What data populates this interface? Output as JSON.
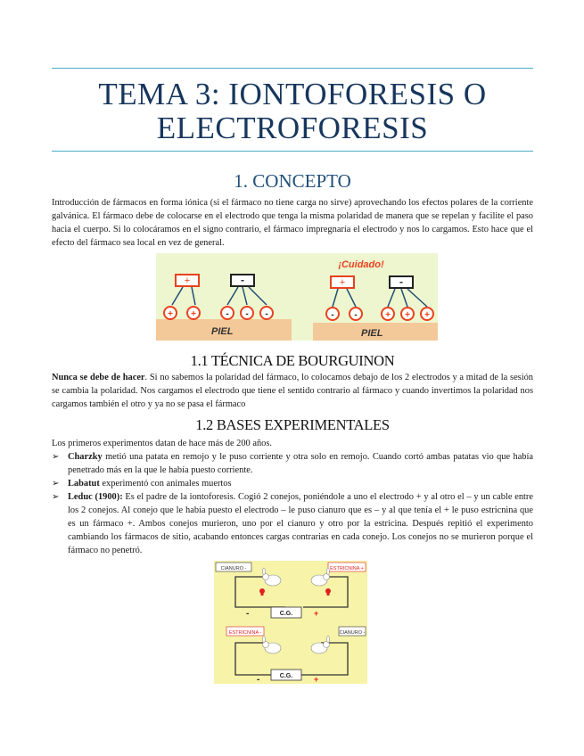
{
  "title": "TEMA 3: IONTOFORESIS O ELECTROFORESIS",
  "section1": {
    "heading": "1. CONCEPTO",
    "text": "Introducción de fármacos en forma iónica (si el fármaco no tiene carga no sirve) aprovechando los efectos polares de la corriente galvánica. El fármaco debe de colocarse en el electrodo que tenga la misma polaridad de manera que se repelan y facilite el paso hacia el cuerpo. Si lo colocáramos en el signo contrario, el fármaco impregnaría el electrodo y nos lo cargamos. Esto hace que el efecto del fármaco sea local en vez de general."
  },
  "figure1": {
    "warning": "¡Cuidado!",
    "skin_label": "PIEL",
    "plus": "+",
    "minus": "-",
    "colors": {
      "background": "#eef6cf",
      "skin": "#f4c99a",
      "box": "#e8421f",
      "circle": "#e8421f"
    }
  },
  "section11": {
    "heading": "1.1 TÉCNICA DE BOURGUINON",
    "lead": "Nunca se debe de hacer",
    "text": ". Si no sabemos la polaridad del fármaco, lo colocamos debajo de los 2 electrodos y a mitad de la sesión se cambia la polaridad. Nos cargamos el electrodo que tiene el sentido contrario al fármaco y cuando invertimos la polaridad nos cargamos también el otro y ya no se pasa el fármaco"
  },
  "section12": {
    "heading": "1.2 BASES EXPERIMENTALES",
    "intro": "Los primeros experimentos datan de hace más de 200 años.",
    "items": [
      {
        "name": "Charzky",
        "text": " metió una patata en remojo y le puso corriente y otra solo en remojo. Cuando cortó ambas patatas vio que había penetrado más en la que le había puesto corriente."
      },
      {
        "name": "Labatut",
        "text": " experimentó con animales muertos"
      },
      {
        "name": "Leduc (1900):",
        "text": " Es el padre de la iontoforesis. Cogió 2 conejos, poniéndole a uno el electrodo + y al otro el – y un cable entre los 2 conejos. Al conejo que le había puesto el electrodo – le puso cianuro que es – y al que tenía el + le puso estricnina que es un fármaco +. Ambos conejos murieron, uno por el cianuro y otro por la estricina. Después repitió el experimento cambiando los fármacos de sitio, acabando entonces cargas contrarias en cada conejo. Los conejos no se murieron porque el fármaco no penetró."
      }
    ]
  },
  "figure2": {
    "top_left": "CIANURO -",
    "top_right": "ESTRICNINA +",
    "bottom_left": "ESTRICNINA -",
    "bottom_right": "CIANURO -",
    "cg": "C.G.",
    "minus": "-",
    "plus": "+",
    "colors": {
      "background": "#f7f3a8",
      "wire": "#333333",
      "red": "#e02020"
    }
  }
}
